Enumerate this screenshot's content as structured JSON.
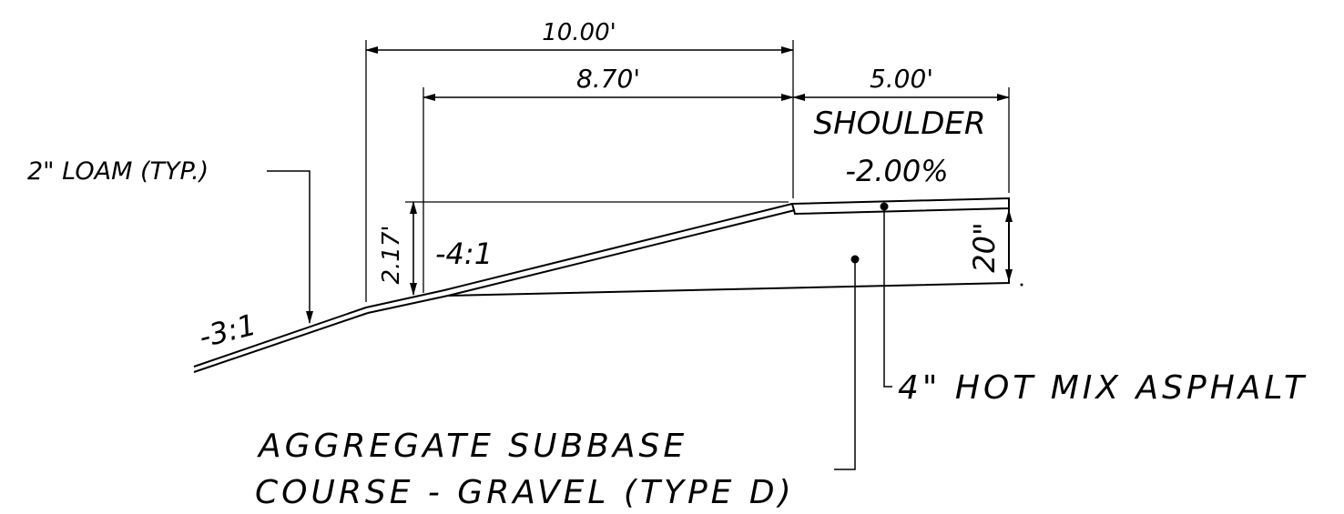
{
  "dimensions": {
    "overall_width": "10.00'",
    "slope_width": "8.70'",
    "shoulder_width": "5.00'",
    "slope_rise": "2.17'",
    "subbase_depth": "20\""
  },
  "labels": {
    "shoulder": "SHOULDER",
    "shoulder_cross_slope": "-2.00%",
    "inner_slope": "-4:1",
    "outer_slope": "-3:1",
    "loam_callout": "2\" LOAM (TYP.)",
    "asphalt_callout": "4\" HOT MIX ASPHALT",
    "subbase_callout_line1": "AGGREGATE SUBBASE",
    "subbase_callout_line2": "COURSE - GRAVEL (TYPE D)"
  }
}
